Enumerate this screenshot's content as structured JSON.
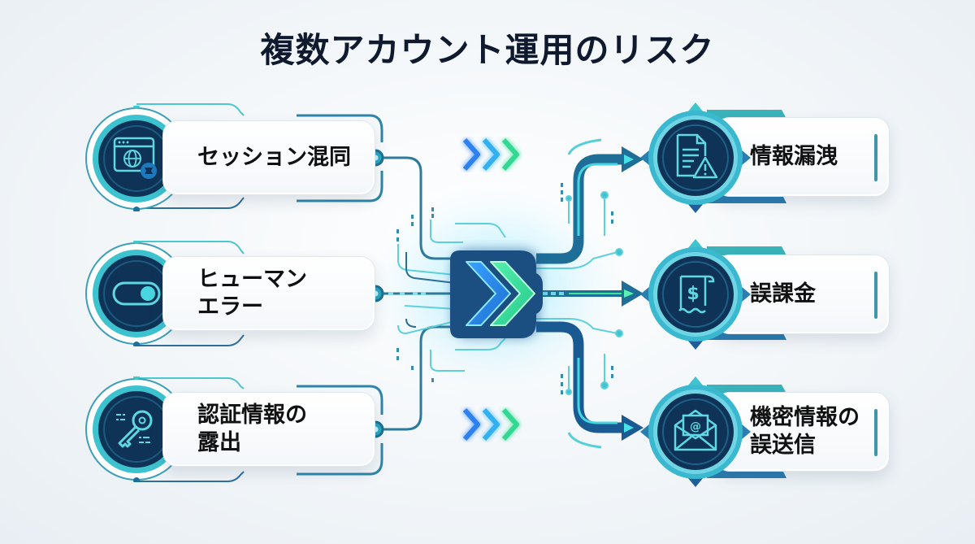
{
  "title": "複数アカウント運用のリスク",
  "causes": [
    {
      "label": "セッション混同",
      "icon": "browser-globe-icon"
    },
    {
      "label": "ヒューマン\nエラー",
      "icon": "toggle-switch-icon"
    },
    {
      "label": "認証情報の\n露出",
      "icon": "key-icon"
    }
  ],
  "hub": {
    "icon": "double-chevron-icon"
  },
  "effects": [
    {
      "label": "情報漏洩",
      "icon": "document-warning-icon"
    },
    {
      "label": "誤課金",
      "icon": "receipt-dollar-icon"
    },
    {
      "label": "機密情報の\n誤送信",
      "icon": "envelope-at-icon"
    }
  ],
  "colors": {
    "title": "#0f1a2e",
    "navy": "#0d2d52",
    "teal": "#2bb8c4",
    "cyan": "#49d6e0",
    "green": "#3ee39a",
    "blue": "#2a7fd8",
    "line": "#2f7fa0"
  }
}
